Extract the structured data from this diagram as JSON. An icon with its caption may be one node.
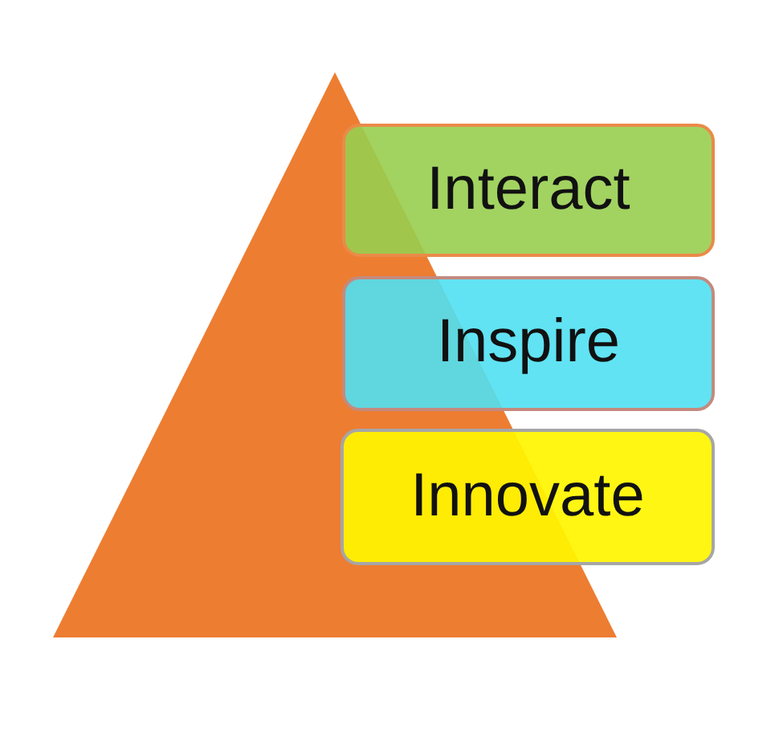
{
  "diagram": {
    "nodes": [
      {
        "text": [],
        "shape": "triangle"
      },
      {
        "text": [
          "Interact"
        ]
      },
      {
        "text": [
          "Inspire"
        ]
      },
      {
        "text": [
          "Innovate"
        ]
      }
    ]
  }
}
